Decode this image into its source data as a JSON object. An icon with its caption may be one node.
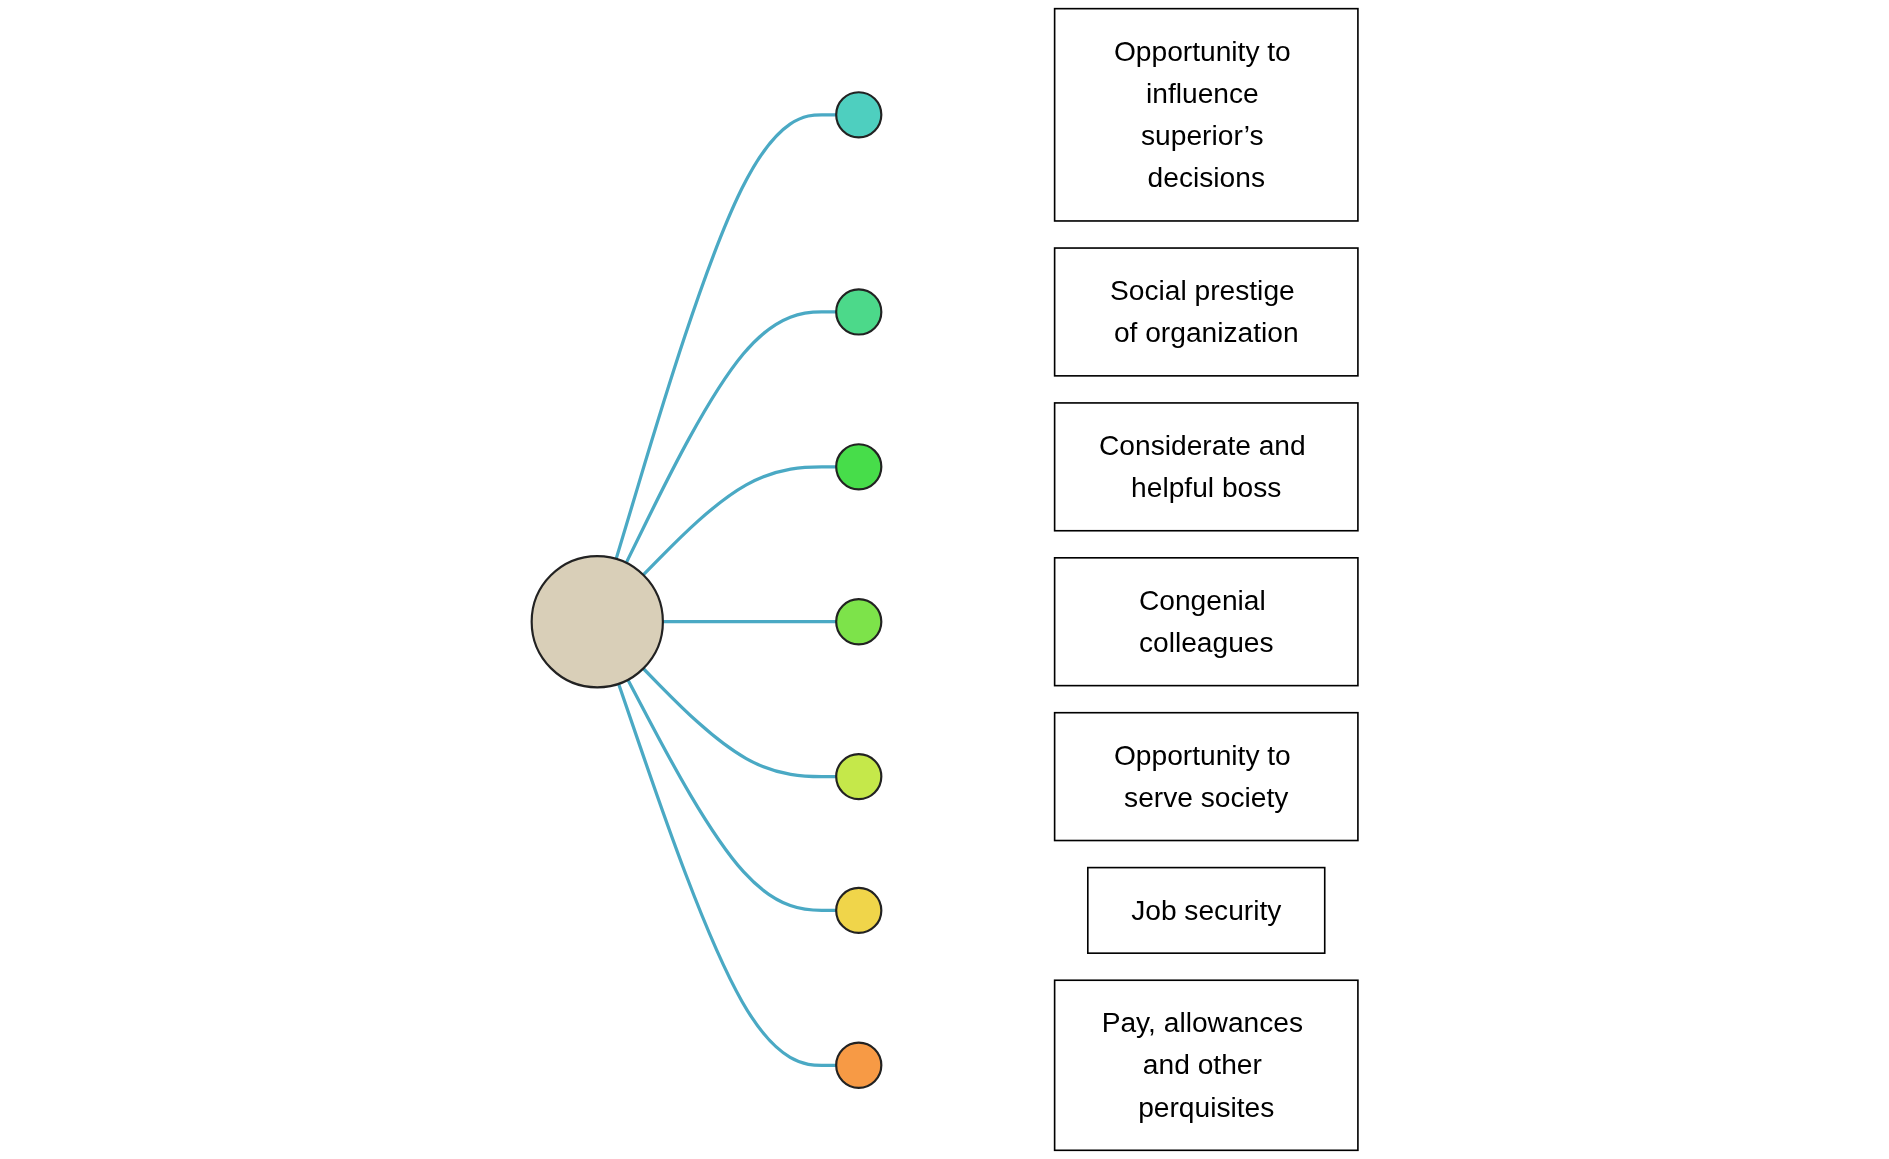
{
  "diagram": {
    "nodes": [
      {
        "text": [],
        "shape": "circle"
      },
      {
        "text": [],
        "shape": "circle"
      },
      {
        "text": [],
        "shape": "circle"
      },
      {
        "text": [],
        "shape": "circle"
      },
      {
        "text": [],
        "shape": "circle"
      },
      {
        "text": [],
        "shape": "circle"
      },
      {
        "text": [],
        "shape": "circle"
      },
      {
        "text": [],
        "shape": "circle"
      },
      {
        "text": [
          "Opportunity to influence superior’s decisions"
        ]
      },
      {
        "text": [
          "Social prestige of organization"
        ]
      },
      {
        "text": [
          "Considerate and helpful boss"
        ]
      },
      {
        "text": [
          "Congenial colleagues"
        ]
      },
      {
        "text": [
          "Opportunity to serve society"
        ]
      },
      {
        "text": [
          "Job security"
        ]
      },
      {
        "text": [
          "Pay, allowances and other perquisites"
        ]
      }
    ],
    "edges": [
      {
        "from": 0,
        "to": 1,
        "arrow": "none"
      },
      {
        "from": 0,
        "to": 2,
        "arrow": "none"
      },
      {
        "from": 0,
        "to": 3,
        "arrow": "none"
      },
      {
        "from": 0,
        "to": 4,
        "arrow": "none"
      },
      {
        "from": 0,
        "to": 5,
        "arrow": "none"
      },
      {
        "from": 0,
        "to": 6,
        "arrow": "none"
      },
      {
        "from": 0,
        "to": 7,
        "arrow": "none"
      }
    ]
  }
}
